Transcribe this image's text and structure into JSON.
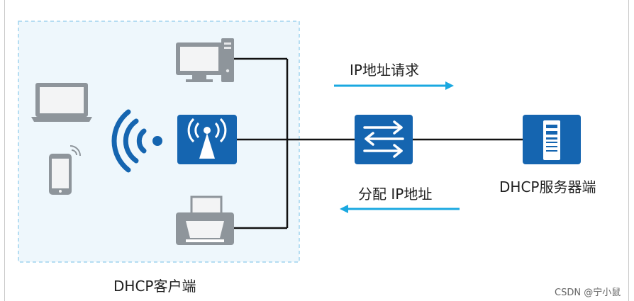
{
  "labels": {
    "client": "DHCP客户端",
    "server": "DHCP服务器端",
    "request": "IP地址请求",
    "assign": "分配 IP地址"
  },
  "watermark": "CSDN @宁小鼠",
  "colors": {
    "device_blue": "#1565b0",
    "arrow_cyan": "#1aa8e0",
    "device_gray": "#8e959b",
    "client_area_fill": "#eef7fc",
    "client_area_border": "#9fd3ee"
  },
  "icons": [
    "desktop-icon",
    "laptop-icon",
    "phone-icon",
    "wifi-signal-icon",
    "access-point-icon",
    "printer-icon",
    "switch-icon",
    "server-icon"
  ]
}
